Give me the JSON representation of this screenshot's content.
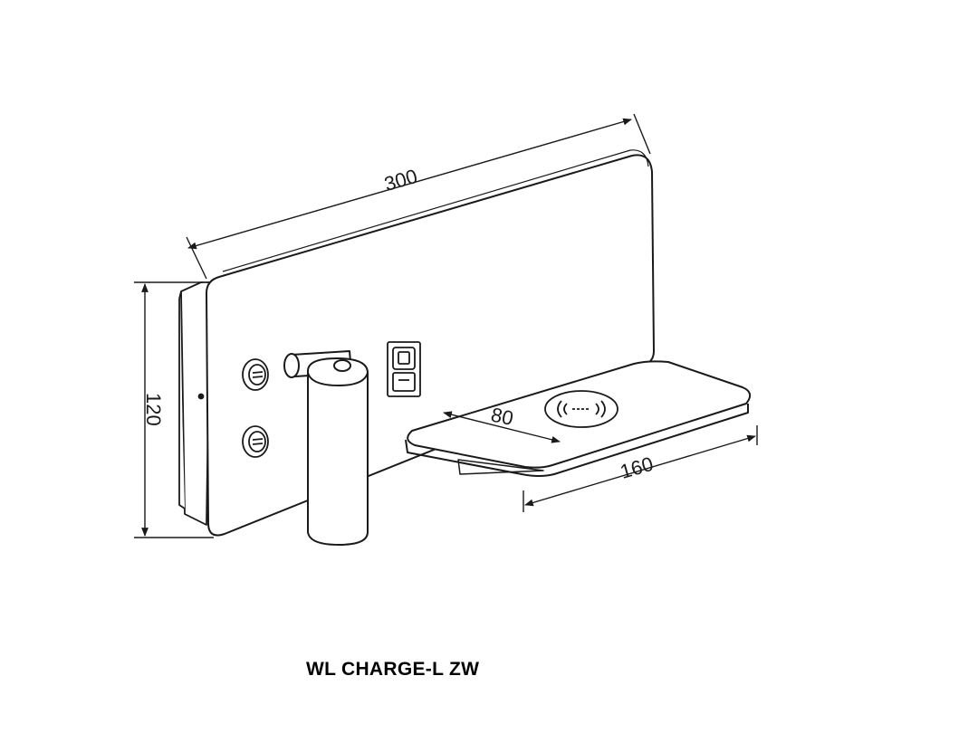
{
  "dimensions": {
    "width": "300",
    "height": "120",
    "shelf_width": "160",
    "shelf_depth": "80"
  },
  "product": {
    "model": "WL CHARGE-L ZW"
  },
  "icons": {
    "wireless_charging": "wireless-charging-icon",
    "usb_port": "usb-port-icon",
    "control_knob": "control-knob-icon"
  },
  "colors": {
    "line": "#1a1a1a",
    "fill": "#ffffff"
  }
}
